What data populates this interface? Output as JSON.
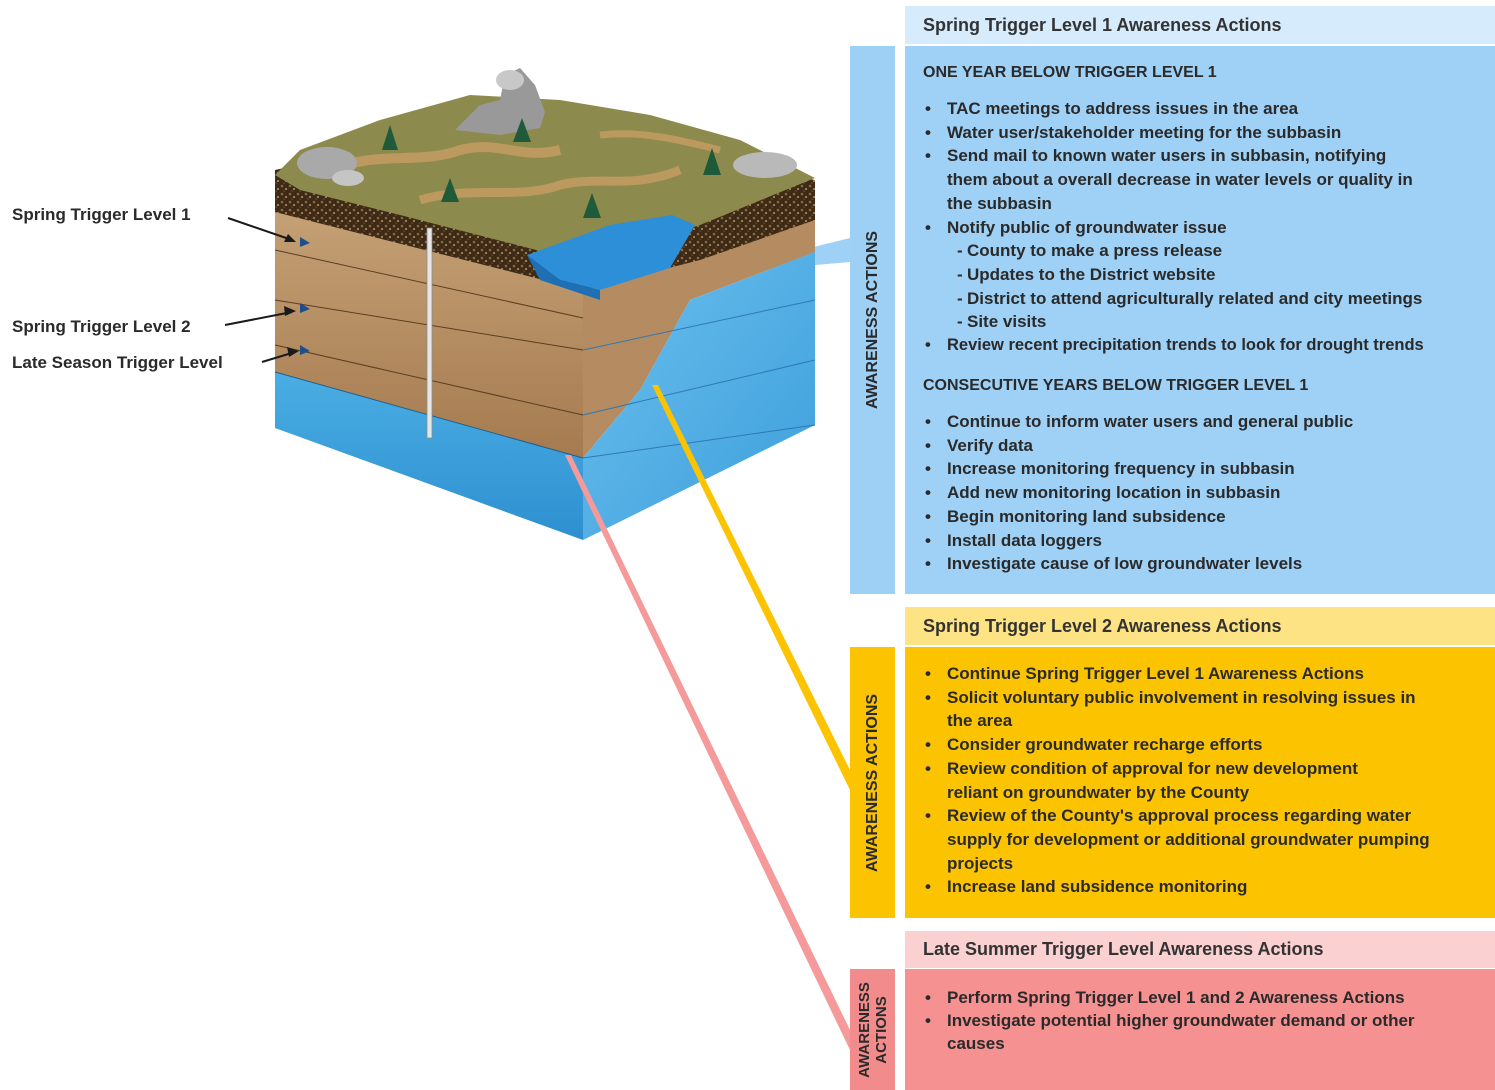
{
  "labels": {
    "spring1": "Spring Trigger Level 1",
    "spring2": "Spring Trigger Level 2",
    "late": "Late Season Trigger Level"
  },
  "colors": {
    "blue_bar": "#9ed0f5",
    "blue_header": "#d6ebfb",
    "blue_body": "#9fd0f5",
    "yellow": "#fcc400",
    "yellow_header": "#fde384",
    "pink_bar": "#f28c8c",
    "pink_header": "#fad0d0",
    "pink_body": "#f59191"
  },
  "level1": {
    "title": "Spring Trigger Level 1 Awareness Actions",
    "side_label": "AWARENESS ACTIONS",
    "section1_heading": "ONE YEAR BELOW TRIGGER LEVEL 1",
    "section1_items": [
      "TAC meetings to address issues in the area",
      "Water user/stakeholder meeting for the subbasin",
      "Send mail to known water users in subbasin, notifying them about a overall decrease in water levels or quality in the subbasin",
      "Notify public of groundwater issue"
    ],
    "section1_subitems": [
      "County to make a press release",
      "Updates to the District website",
      "District to attend agriculturally related and city meetings",
      "Site visits"
    ],
    "section1_last": "Review recent precipitation trends to look for drought trends",
    "section2_heading": "CONSECUTIVE YEARS BELOW TRIGGER LEVEL 1",
    "section2_items": [
      "Continue to inform water users and general public",
      "Verify data",
      "Increase monitoring frequency in subbasin",
      "Add new monitoring location in subbasin",
      "Begin monitoring land subsidence",
      "Install data loggers",
      "Investigate cause of low groundwater levels"
    ]
  },
  "level2": {
    "title": "Spring Trigger Level 2 Awareness Actions",
    "side_label": "AWARENESS ACTIONS",
    "items": [
      "Continue Spring Trigger Level 1 Awareness Actions",
      "Solicit voluntary public involvement in resolving issues in the area",
      "Consider groundwater recharge efforts",
      "Review condition of approval for new development reliant on groundwater by the County",
      "Review of the County's approval process regarding water supply for development or additional groundwater pumping projects",
      "Increase land subsidence monitoring"
    ]
  },
  "late": {
    "title": "Late Summer Trigger Level Awareness Actions",
    "side_label_1": "AWARENESS",
    "side_label_2": "ACTIONS",
    "items": [
      "Perform Spring Trigger Level 1 and 2 Awareness Actions",
      "Investigate potential higher groundwater demand or other causes"
    ]
  }
}
